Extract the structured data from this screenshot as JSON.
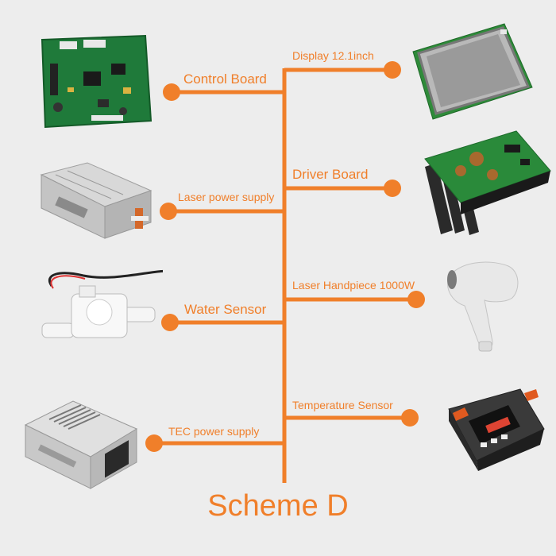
{
  "diagram": {
    "title": "Scheme D",
    "accent_color": "#f07f2a",
    "left_components": [
      {
        "id": "control-board",
        "label": "Control Board",
        "icon": "circuit-board-icon"
      },
      {
        "id": "laser-power-supply",
        "label": "Laser power supply",
        "icon": "power-supply-icon"
      },
      {
        "id": "water-sensor",
        "label": "Water Sensor",
        "icon": "water-flow-sensor-icon"
      },
      {
        "id": "tec-power-supply",
        "label": "TEC power supply",
        "icon": "switching-power-supply-icon"
      }
    ],
    "right_components": [
      {
        "id": "display",
        "label": "Display 12.1inch",
        "icon": "lcd-display-icon"
      },
      {
        "id": "driver-board",
        "label": "Driver Board",
        "icon": "driver-board-heatsink-icon"
      },
      {
        "id": "laser-handpiece",
        "label": "Laser Handpiece 1000W",
        "icon": "laser-handpiece-icon"
      },
      {
        "id": "temperature-sensor",
        "label": "Temperature Sensor",
        "icon": "temperature-controller-icon"
      }
    ]
  }
}
